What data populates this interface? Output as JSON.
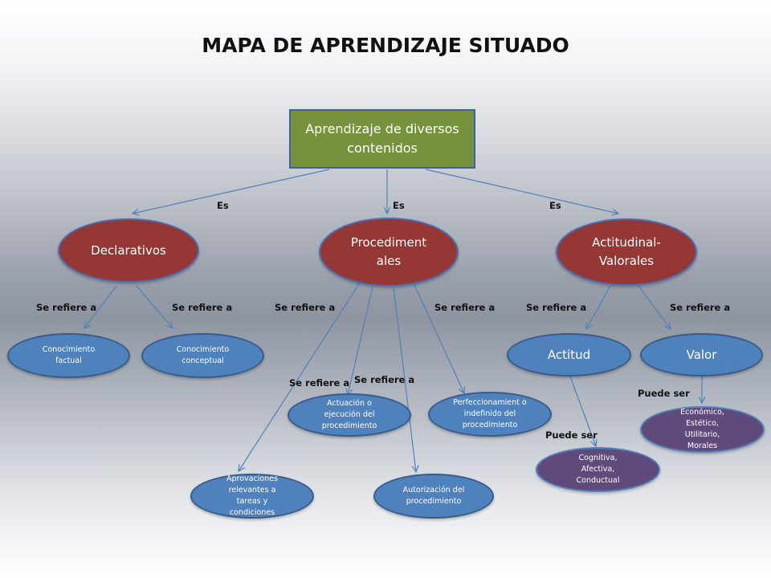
{
  "title": "MAPA DE APRENDIZAJE SITUADO",
  "root": "Aprendizaje  de diversos contenidos",
  "level1": {
    "declarativos": "Declarativos",
    "procedimentales": "Procediment ales",
    "actitudinales": "Actitudinal- Valorales"
  },
  "level2": {
    "conocimiento_factual": "Conocimiento factual",
    "conocimiento_conceptual": "Conocimiento conceptual",
    "aprovaciones": "Aprovaciones relevantes a tareas y condiciones",
    "actuacion": "Actuación o ejecución del procedimiento",
    "autorizacion": "Autorización del procedimiento",
    "perfeccionamiento": "Perfeccionamient o indefinido del procedimiento",
    "actitud": "Actitud",
    "valor": "Valor",
    "cognitiva": "Cognitiva, Afectiva, Conductual",
    "economico": "Económico, Estético, Utilitario, Morales"
  },
  "labels": {
    "es": "Es",
    "se_refiere_a": "Se refiere a",
    "puede_ser": "Puede ser"
  },
  "colors": {
    "root_fill": "#76923c",
    "level1_fill": "#953735",
    "leaf_fill": "#4f81bd",
    "purple_fill": "#604a7b",
    "connector": "#4f81bd"
  }
}
